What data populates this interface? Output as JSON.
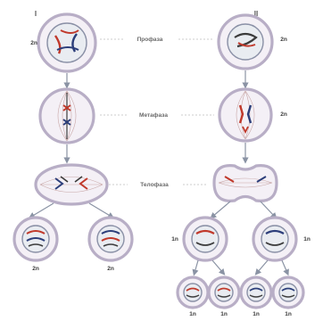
{
  "diagram": {
    "columns": {
      "left": {
        "numeral": "I"
      },
      "right": {
        "numeral": "II"
      }
    },
    "phases": {
      "prophase": "Профаза",
      "metaphase": "Метафаза",
      "telophase": "Телофаза"
    },
    "ploidy": {
      "left_prophase": "2n",
      "right_prophase": "2n",
      "right_metaphase": "2n",
      "left_daughter_1": "2n",
      "left_daughter_2": "2n",
      "right_daughter_1": "1n",
      "right_daughter_2": "1n",
      "gamete_1": "1n",
      "gamete_2": "1n",
      "gamete_3": "1n",
      "gamete_4": "1n"
    },
    "colors": {
      "chromosome_red": "#c0392b",
      "chromosome_blue": "#2c3e7a",
      "chromosome_dark": "#3b3b3b",
      "membrane": "#b8aec6",
      "cytoplasm": "#f4f0f6"
    }
  }
}
